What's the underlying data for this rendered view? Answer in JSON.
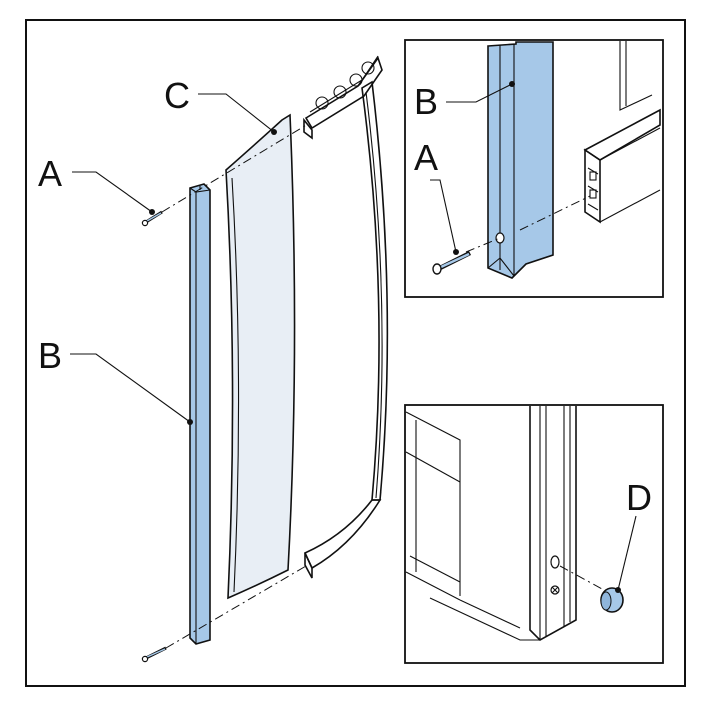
{
  "labels": {
    "main_A_top": "A",
    "main_C": "C",
    "main_B": "B",
    "inset1_B": "B",
    "inset1_A": "A",
    "inset2_D": "D"
  },
  "colors": {
    "profile_blue": "#a6c8e8",
    "glass": "#e8eef5",
    "line": "#111111",
    "background": "#ffffff"
  }
}
